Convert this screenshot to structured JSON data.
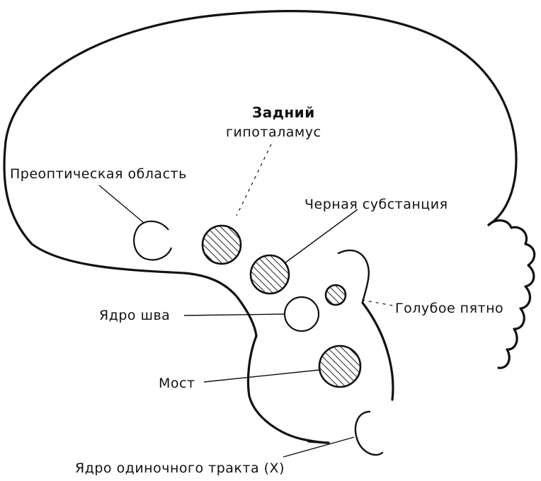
{
  "labels": {
    "posterior_hypothalamus_line1": "Задний",
    "posterior_hypothalamus_line2": "гипоталамус",
    "preoptic_area": "Преоптическая область",
    "substantia_nigra": "Черная субстанция",
    "raphe_nucleus": "Ядро шва",
    "locus_coeruleus": "Голубое пятно",
    "pons": "Мост",
    "solitary_tract_nucleus": "Ядро одиночного тракта (X)"
  }
}
